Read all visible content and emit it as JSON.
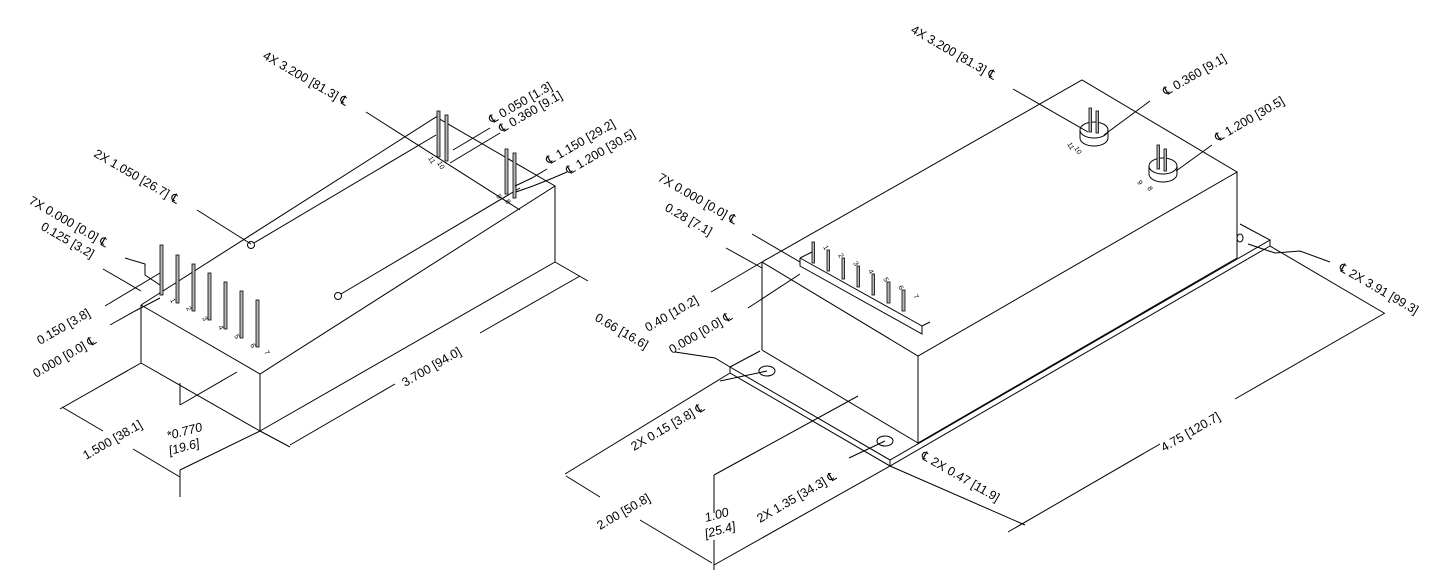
{
  "colors": {
    "line": "#000000",
    "pin_fill": "#b8b8b8",
    "background": "#ffffff"
  },
  "views": {
    "left": {
      "labels": {
        "pin_row_offset": "7X 0.000 [0.0] ℄",
        "pin_row_inset": "0.125 [3.2]",
        "side_offset_a": "0.150 [3.8]",
        "side_offset_b": "0.000 [0.0] ℄",
        "hole_spacing": "2X 1.050 [26.7] ℄",
        "rear_pins_x": "4X 3.200 [81.3] ℄",
        "pin_10_11": "℄ 0.050 [1.3]",
        "pin_10_11_y": "℄ 0.360 [9.1]",
        "pin_8_9_a": "℄ 1.150 [29.2]",
        "pin_8_9_b": "℄ 1.200 [30.5]",
        "width": "1.500 [38.1]",
        "height_in": "*0.770",
        "height_mm": "[19.6]",
        "length": "3.700 [94.0]"
      },
      "pin_numbers_front": [
        "1",
        "2",
        "3",
        "4",
        "5",
        "6",
        "7"
      ],
      "pin_numbers_rear": [
        "11",
        "10",
        "9",
        "8"
      ]
    },
    "right": {
      "labels": {
        "rear_pins_x": "4X 3.200 [81.3] ℄",
        "pin_10_11_y": "℄ 0.360 [9.1]",
        "pin_8_9_y": "℄ 1.200 [30.5]",
        "pin_row_offset": "7X 0.000 [0.0] ℄",
        "pin_row_inset": "0.28 [7.1]",
        "header_a": "0.40 [10.2]",
        "header_b": "0.000 [0.0] ℄",
        "flange_height": "0.66 [16.6]",
        "mount_hole_offset": "2X 0.15 [3.8] ℄",
        "flange_hole_spacing": "℄ 2X 3.91 [99.3]",
        "width": "2.00 [50.8]",
        "height_in": "1.00",
        "height_mm": "[25.4]",
        "hole_y": "2X 1.35 [34.3] ℄",
        "hole_x": "℄ 2X 0.47 [11.9]",
        "length": "4.75 [120.7]"
      },
      "pin_numbers_front": [
        "1",
        "2",
        "3",
        "4",
        "5",
        "6",
        "7"
      ],
      "pin_numbers_rear": [
        "11",
        "10",
        "9",
        "8"
      ]
    }
  }
}
